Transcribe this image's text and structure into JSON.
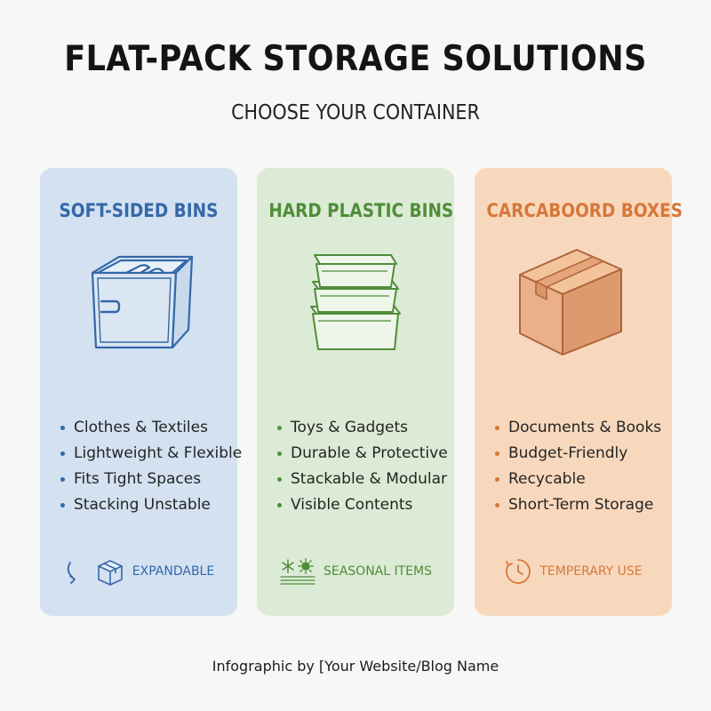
{
  "header": {
    "title": "FLAT-PACK STORAGE SOLUTIONS",
    "subtitle": "CHOOSE YOUR CONTAINER"
  },
  "cards": [
    {
      "title": "SOFT-SIDED BINS",
      "accent": "#3468a8",
      "background": "#d3e1f1",
      "icon": "fabric-bin-icon",
      "features": [
        "Clothes & Textiles",
        "Lightweight & Flexible",
        "Fits Tight Spaces",
        "Stacking Unstable"
      ],
      "note": {
        "icon": "expand-box-icon",
        "label": "EXPANDABLE"
      }
    },
    {
      "title": "HARD PLASTIC BINS",
      "accent": "#4f8d3a",
      "background": "#dcebd5",
      "icon": "stacked-plastic-bins-icon",
      "features": [
        "Toys & Gadgets",
        "Durable & Protective",
        "Stackable & Modular",
        "Visible Contents"
      ],
      "note": {
        "icon": "snowflake-sun-icon",
        "label": "SEASONAL ITEMS"
      }
    },
    {
      "title": "CARCABOORD BOXES",
      "accent": "#d7773a",
      "background": "#f8d8bd",
      "icon": "cardboard-box-icon",
      "features": [
        "Documents & Books",
        "Budget-Friendly",
        "Recycable",
        "Short-Term Storage"
      ],
      "note": {
        "icon": "clock-icon",
        "label": "TEMPERARY USE"
      }
    }
  ],
  "footer": {
    "credit": "Infographic by [Your Website/Blog Name"
  }
}
